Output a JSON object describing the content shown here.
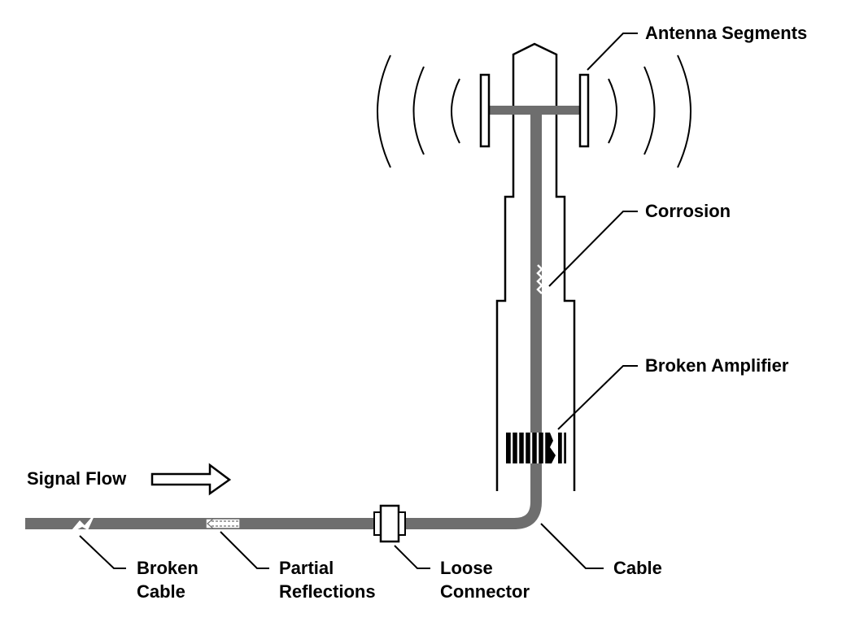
{
  "labels": {
    "antenna_segments": "Antenna Segments",
    "corrosion": "Corrosion",
    "broken_amplifier": "Broken Amplifier",
    "signal_flow": "Signal Flow",
    "broken_cable_1": "Broken",
    "broken_cable_2": "Cable",
    "partial_reflections_1": "Partial",
    "partial_reflections_2": "Reflections",
    "loose_connector_1": "Loose",
    "loose_connector_2": "Connector",
    "cable": "Cable"
  },
  "colors": {
    "cable": "#6e6e6e",
    "line": "#000000",
    "background": "#ffffff"
  }
}
